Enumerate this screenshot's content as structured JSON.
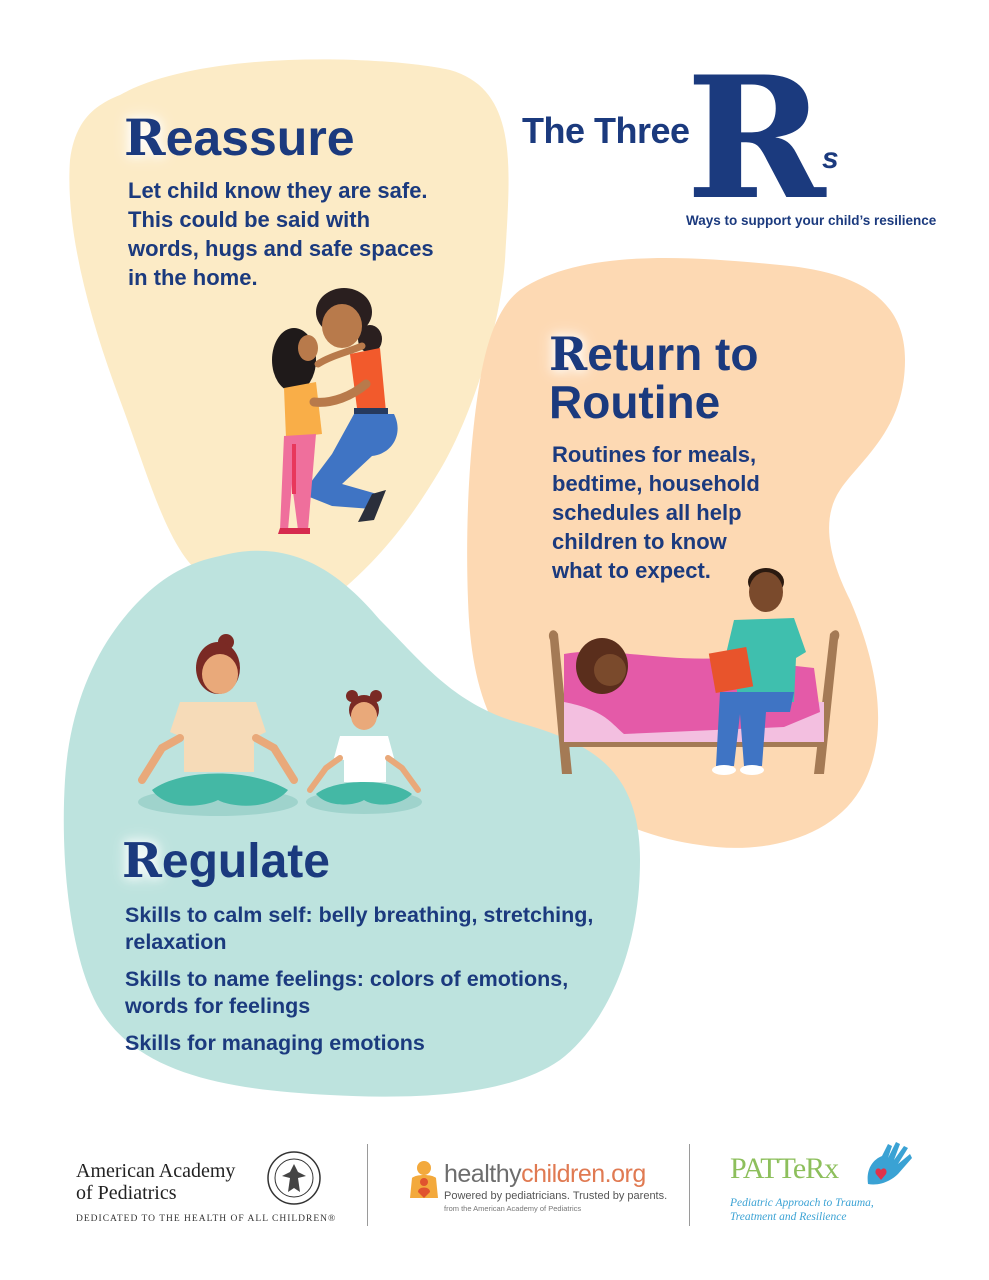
{
  "header": {
    "title_prefix": "The Three",
    "title_letter": "R",
    "title_suffix": "s",
    "subtitle": "Ways to support your child’s resilience"
  },
  "sections": {
    "reassure": {
      "initial": "R",
      "heading_rest": "eassure",
      "body_lines": [
        "Let child know they are safe.",
        "This could be said with",
        "words, hugs and safe spaces",
        "in the home."
      ],
      "illustration": "mother-hugging-child",
      "color": "#fcebc6"
    },
    "routine": {
      "initial": "R",
      "heading_rest_line1": "eturn to",
      "heading_line2": "Routine",
      "body_lines": [
        "Routines for meals,",
        "bedtime, household",
        "schedules all help",
        "children to know",
        "what to expect."
      ],
      "illustration": "father-reading-bedtime-story",
      "color": "#fdd9b3"
    },
    "regulate": {
      "initial": "R",
      "heading_rest": "egulate",
      "items": [
        "Skills to calm self: belly breathing, stretching, relaxation",
        "Skills to name feelings: colors of emotions, words for feelings",
        "Skills for managing emotions"
      ],
      "illustration": "mother-child-meditating",
      "color": "#bde3de"
    }
  },
  "footer": {
    "aap": {
      "name_line1": "American Academy",
      "name_line2": "of Pediatrics",
      "tagline": "DEDICATED TO THE HEALTH OF ALL CHILDREN®"
    },
    "healthychildren": {
      "name_part1": "healthy",
      "name_part2": "children.org",
      "tagline": "Powered by pediatricians. Trusted by parents.",
      "from": "from the American Academy of Pediatrics"
    },
    "patterx": {
      "name": "PATTeRx",
      "line1": "Pediatric Approach to Trauma,",
      "line2": "Treatment and Resilience"
    }
  },
  "colors": {
    "navy": "#1b3a7e",
    "yellow_blob": "#fcebc6",
    "peach_blob": "#fdd9b3",
    "teal_blob": "#bde3de"
  }
}
